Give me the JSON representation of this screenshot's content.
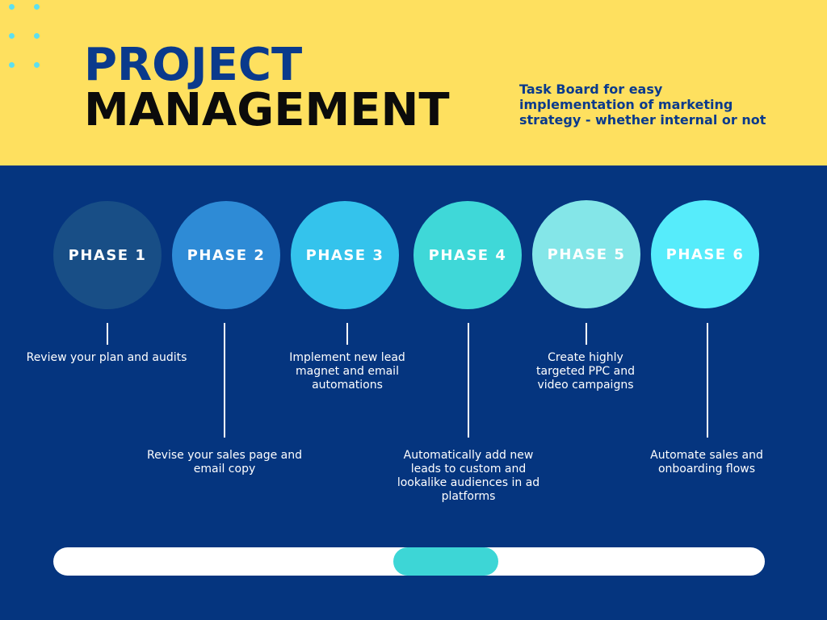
{
  "header": {
    "title_line1": "PROJECT",
    "title_line2": "MANAGEMENT",
    "subtitle": "Task Board for easy implementation of marketing strategy - whether internal or not"
  },
  "phases": [
    {
      "label": "PHASE 1",
      "description": "Review your plan and audits",
      "color": "#184e86"
    },
    {
      "label": "PHASE 2",
      "description": "Revise your sales page and email copy",
      "color": "#2e8bd6"
    },
    {
      "label": "PHASE 3",
      "description": "Implement new lead magnet and email automations",
      "color": "#34c3ec"
    },
    {
      "label": "PHASE 4",
      "description": "Automatically add new leads to custom and lookalike audiences in ad platforms",
      "color": "#3fd8d8"
    },
    {
      "label": "PHASE 5",
      "description": "Create highly targeted PPC and video campaigns",
      "color": "#84e6e8"
    },
    {
      "label": "PHASE 6",
      "description": "Automate sales and onboarding flows",
      "color": "#56ecfb"
    }
  ],
  "progress": {
    "position_fraction": 0.56,
    "size_fraction": 0.148
  },
  "colors": {
    "header_bg": "#fee05f",
    "main_bg": "#05357f",
    "title_accent": "#0a3a8c",
    "dots": "#5ee0f0"
  }
}
